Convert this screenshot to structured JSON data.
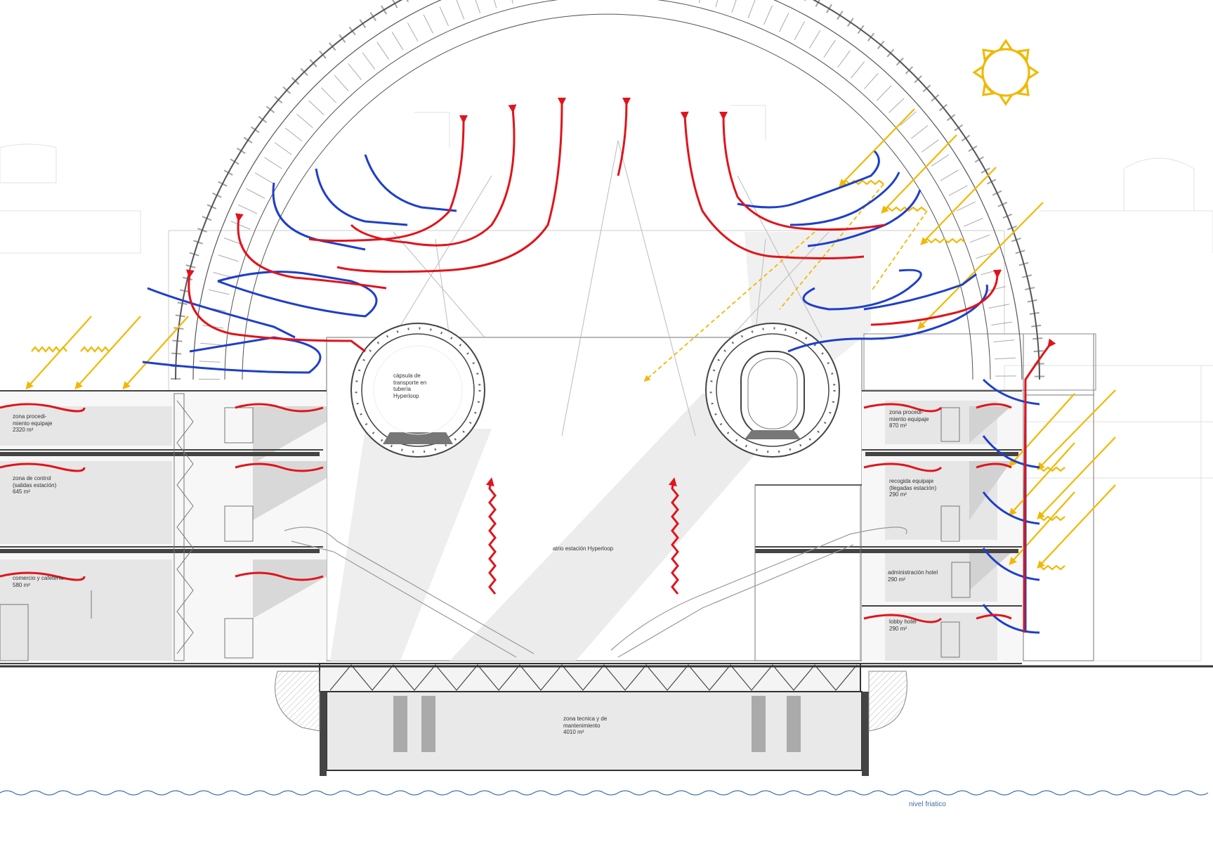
{
  "colors": {
    "warm_air": "#e0141b",
    "cool_air": "#1e3fc8",
    "sun": "#f1b800",
    "structure": "#555555",
    "water": "#3d6ea8"
  },
  "icons": [
    "sun-icon",
    "wind-arrow-icon",
    "solar-ray-icon"
  ],
  "labels": {
    "capsule": "cápsula de\ntransporte en\ntubería\nHyperloop",
    "atrium": "atrio estación Hyperloop",
    "technical": "zona tecnica y de\nmantenimiento\n4010 m²",
    "water_table": "nivel friatico",
    "left_top": "zona procedi-\nmiento equipaje\n2320 m²",
    "left_mid": "zona de control\n(salidas estación)\n645 m²",
    "left_low": "comercio y cafetería\n580 m²",
    "right_top": "zona procedi-\nmiento equipaje\n870 m²",
    "right_mid": "recogida equipaje\n(llegadas estación)\n290 m²",
    "right_admin": "administración hotel\n290 m²",
    "right_lobby": "lobby hotel\n290 m²"
  }
}
